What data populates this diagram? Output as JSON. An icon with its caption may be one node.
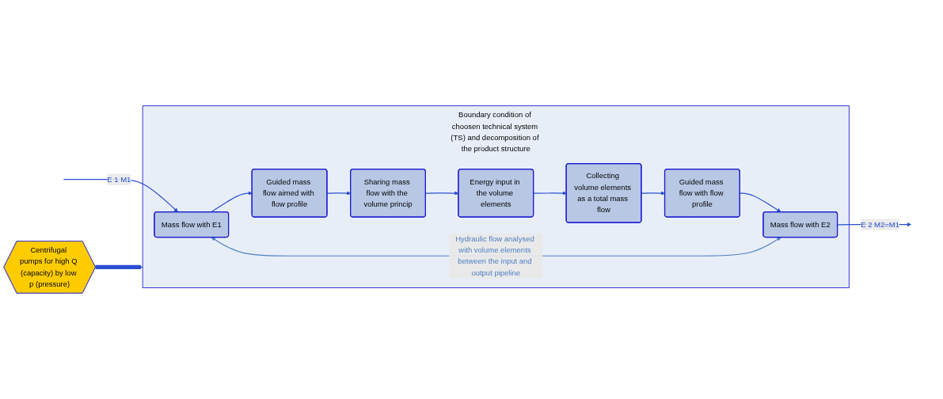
{
  "diagram": {
    "nodes": [
      {
        "text": [
          "Centrifugal pumps for high Q (capacity) by low p (pressure)"
        ]
      },
      {
        "text": [
          "Boundary condition of choosen technical system (TS) and decomposition of the product structure"
        ]
      },
      {
        "text": [
          "Mass flow with E1"
        ],
        "in": 1
      },
      {
        "text": [
          "Guided mass flow aimed with flow profile"
        ],
        "in": 1
      },
      {
        "text": [
          "Sharing mass flow with the volume princip"
        ],
        "in": 1
      },
      {
        "text": [
          "Energy input in the volume elements"
        ],
        "in": 1
      },
      {
        "text": [
          "Collecting volume elements as a total mass flow"
        ],
        "in": 1
      },
      {
        "text": [
          "Guided mass flow with flow profile"
        ],
        "in": 1
      },
      {
        "text": [
          "Mass flow with E2"
        ],
        "in": 1
      }
    ],
    "edges": [
      {
        "from": 0,
        "to": 1,
        "arrow": "to",
        "style": "thick"
      },
      {
        "from": null,
        "to": 2,
        "arrow": "to",
        "label": "E 1 M1"
      },
      {
        "from": 2,
        "to": 3,
        "arrow": "to"
      },
      {
        "from": 3,
        "to": 4,
        "arrow": "to"
      },
      {
        "from": 4,
        "to": 5,
        "arrow": "to"
      },
      {
        "from": 5,
        "to": 6,
        "arrow": "to"
      },
      {
        "from": 6,
        "to": 7,
        "arrow": "to"
      },
      {
        "from": 7,
        "to": 8,
        "arrow": "to"
      },
      {
        "from": 8,
        "to": null,
        "arrow": "to",
        "label": "E 2 M2=M1"
      },
      {
        "from": 2,
        "to": 8,
        "arrow": "both",
        "label": "Hydraulic flow analysed with volume elements between the input and output pipeline",
        "color": "#4f7fc0"
      }
    ]
  }
}
